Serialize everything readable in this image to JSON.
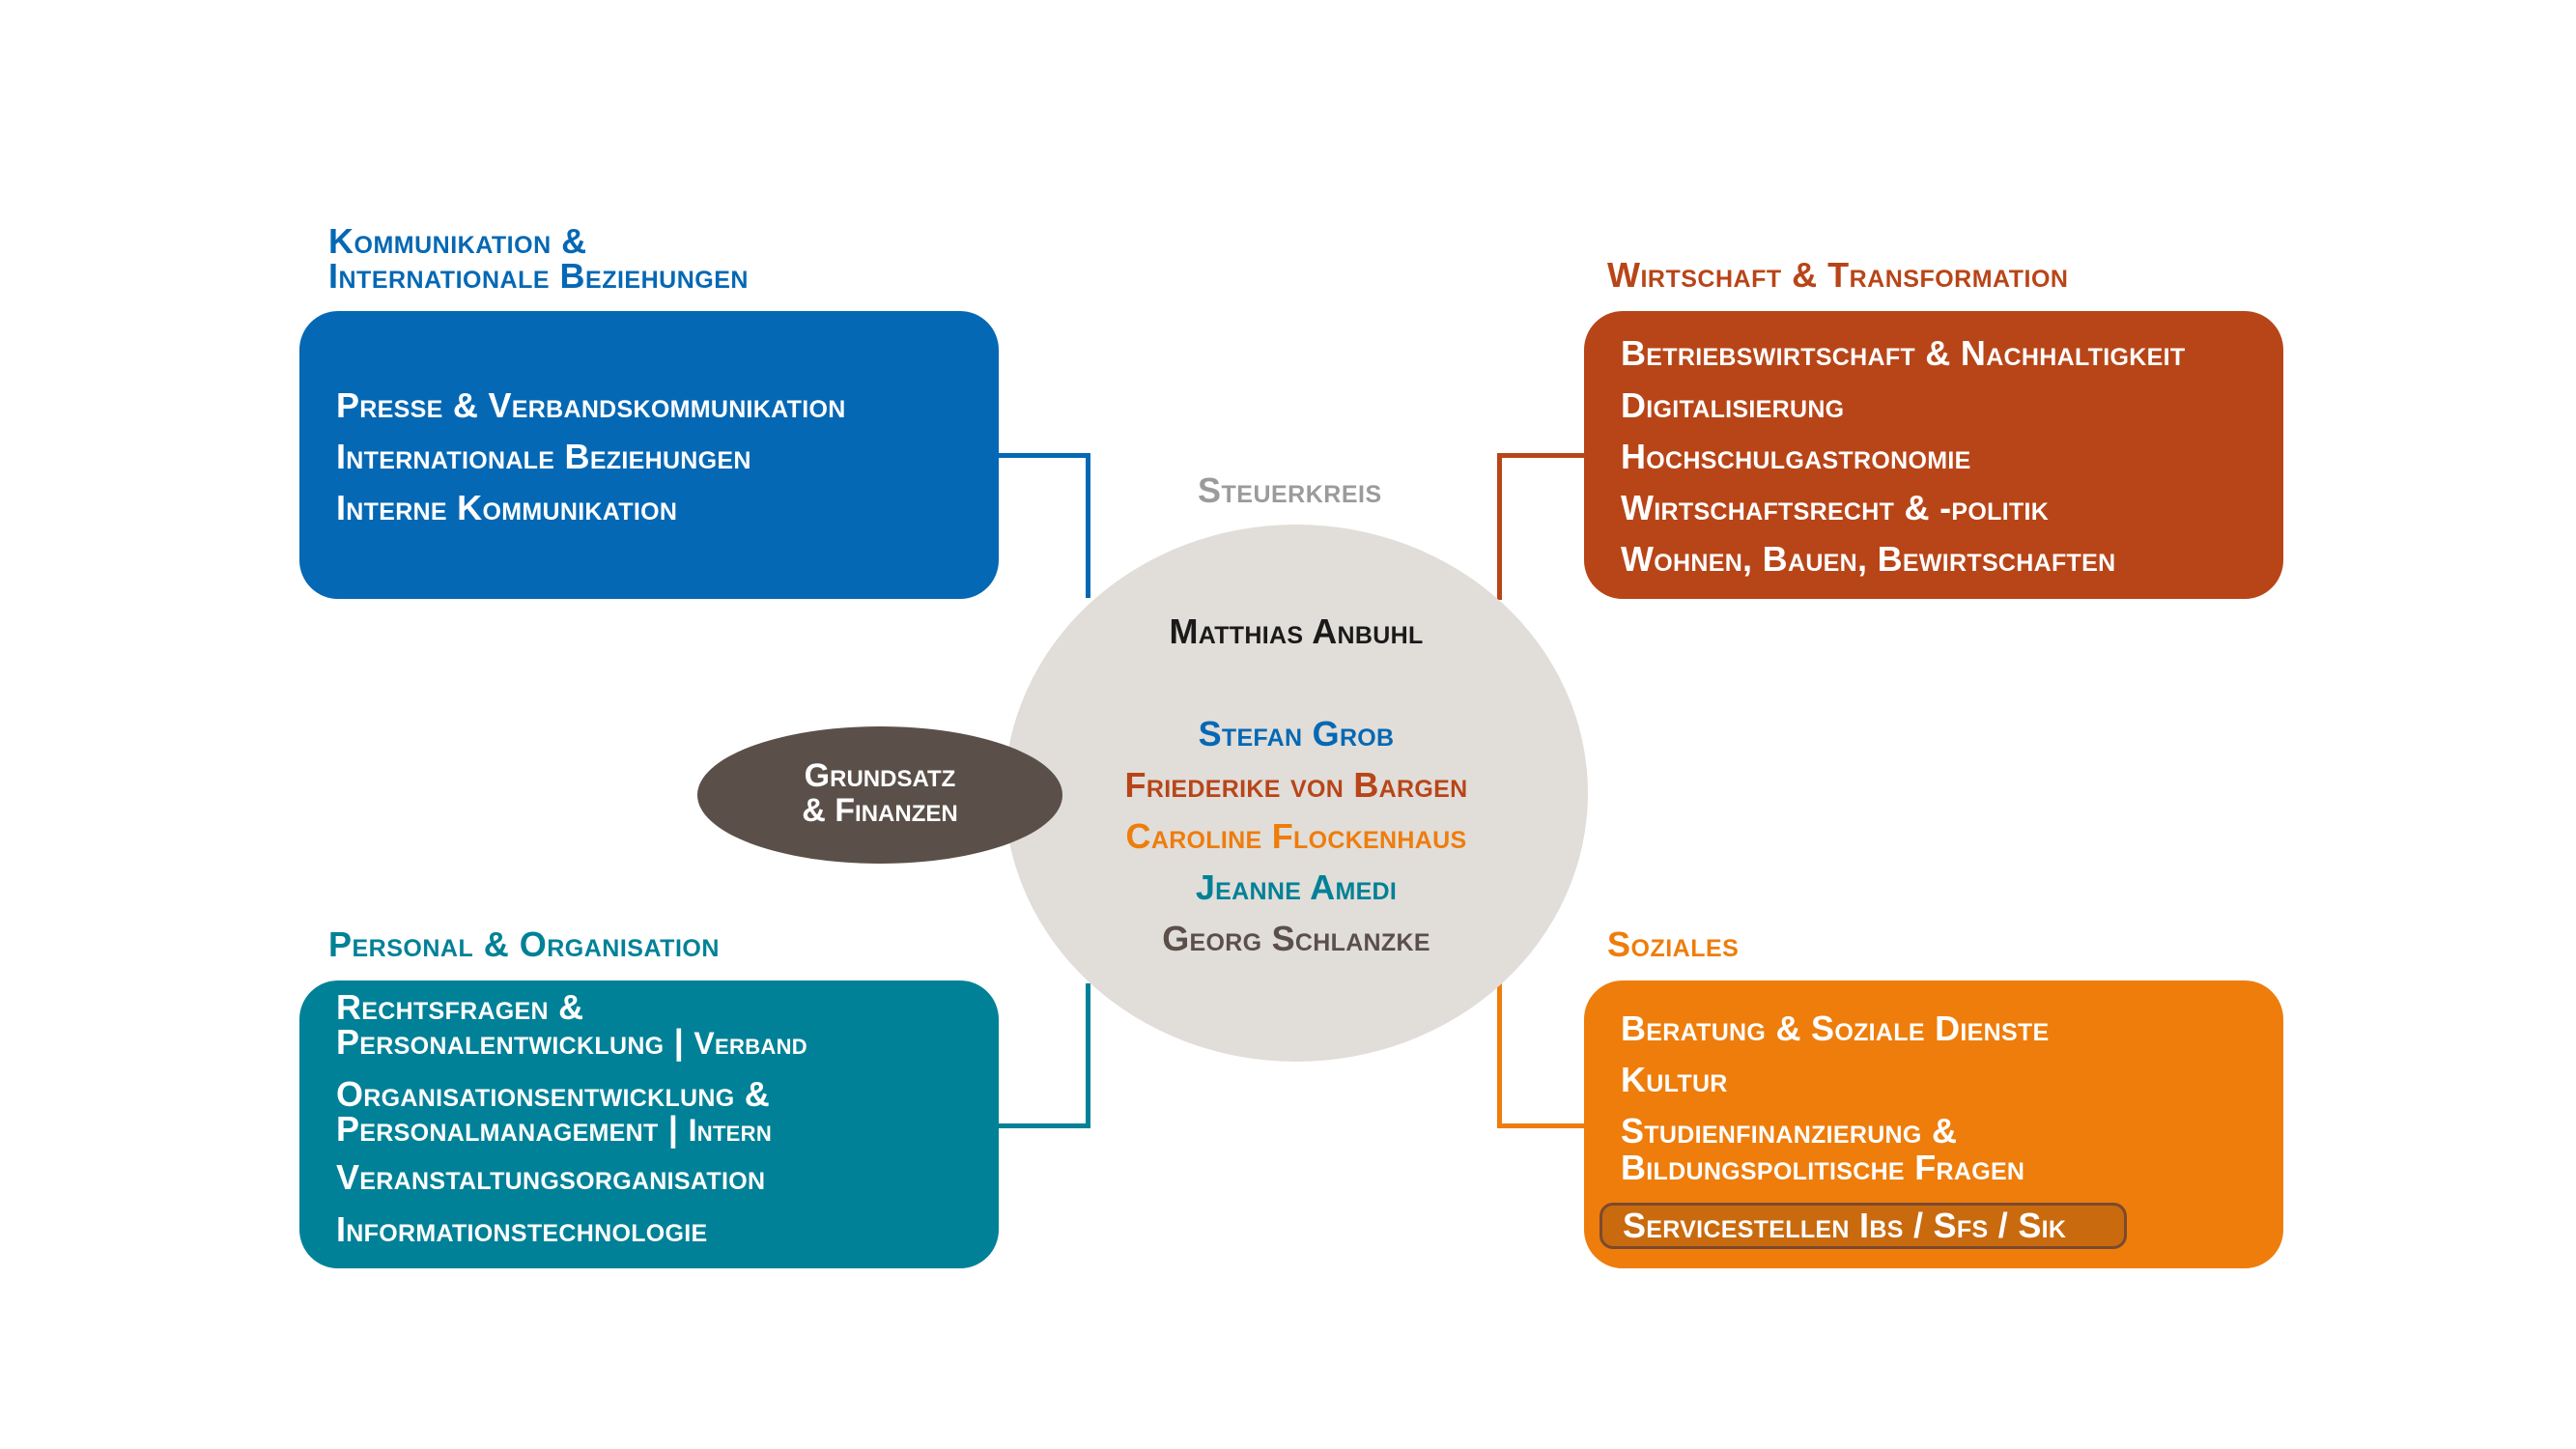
{
  "colors": {
    "blue": "#0568b4",
    "red": "#b84518",
    "teal": "#008197",
    "orange": "#ee7d0c",
    "grey_circle": "#e1ddd9",
    "brown_ellipse": "#5a5049",
    "grey_text": "#9b9b9b"
  },
  "kommunikation": {
    "heading_line1": "Kommunikation &",
    "heading_line2": "Internationale Beziehungen",
    "items": [
      "Presse & Verbandskommunikation",
      "Internationale Beziehungen",
      "Interne Kommunikation"
    ]
  },
  "wirtschaft": {
    "heading": "Wirtschaft & Transformation",
    "items": [
      "Betriebswirtschaft & Nachhaltigkeit",
      "Digitalisierung",
      "Hochschulgastronomie",
      "Wirtschaftsrecht & -politik",
      "Wohnen, Bauen, Bewirtschaften"
    ]
  },
  "personal": {
    "heading": "Personal & Organisation",
    "items": [
      {
        "line1": "Rechtsfragen &",
        "line2": "Personalentwicklung | ",
        "suffix": "Verband"
      },
      {
        "line1": "Organisationsentwicklung &",
        "line2": "Personalmanagement | ",
        "suffix": "Intern"
      },
      {
        "line1": "Veranstaltungsorganisation"
      },
      {
        "line1": "Informationstechnologie"
      }
    ]
  },
  "soziales": {
    "heading": "Soziales",
    "items": [
      "Beratung & Soziale Dienste",
      "Kultur",
      "Studienfinanzierung &",
      "Bildungspolitische Fragen"
    ],
    "highlight": "Servicestellen Ibs / Sfs / Sik"
  },
  "steuerkreis": {
    "label": "Steuerkreis",
    "lead": "Matthias Anbuhl",
    "members": [
      "Stefan Grob",
      "Friederike von Bargen",
      "Caroline Flockenhaus",
      "Jeanne Amedi",
      "Georg Schlanzke"
    ]
  },
  "grundsatz": {
    "line1": "Grundsatz",
    "line2": "& Finanzen"
  }
}
